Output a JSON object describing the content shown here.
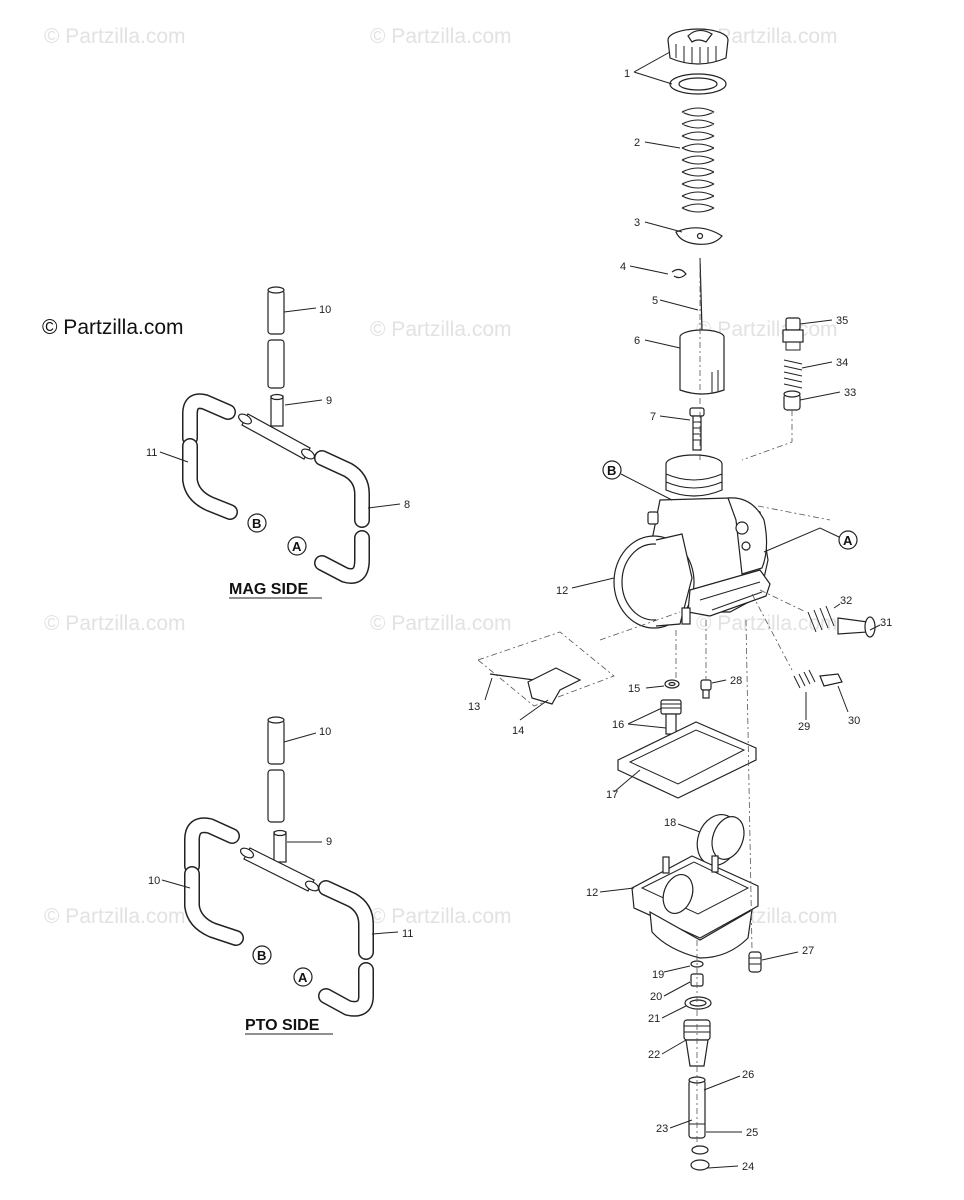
{
  "watermark": "© Partzilla.com",
  "copyright": "© Partzilla.com",
  "views": {
    "mag_title": "MAG SIDE",
    "pto_title": "PTO SIDE"
  },
  "markers": {
    "a": "A",
    "b": "B"
  },
  "callouts": {
    "c1": "1",
    "c2": "2",
    "c3": "3",
    "c4": "4",
    "c5": "5",
    "c6": "6",
    "c7": "7",
    "c8": "8",
    "c9": "9",
    "c10": "10",
    "c11": "11",
    "c12": "12",
    "c13": "13",
    "c14": "14",
    "c15": "15",
    "c16": "16",
    "c17": "17",
    "c18": "18",
    "c19": "19",
    "c20": "20",
    "c21": "21",
    "c22": "22",
    "c23": "23",
    "c24": "24",
    "c25": "25",
    "c26": "26",
    "c27": "27",
    "c28": "28",
    "c29": "29",
    "c30": "30",
    "c31": "31",
    "c32": "32",
    "c33": "33",
    "c34": "34",
    "c35": "35"
  }
}
